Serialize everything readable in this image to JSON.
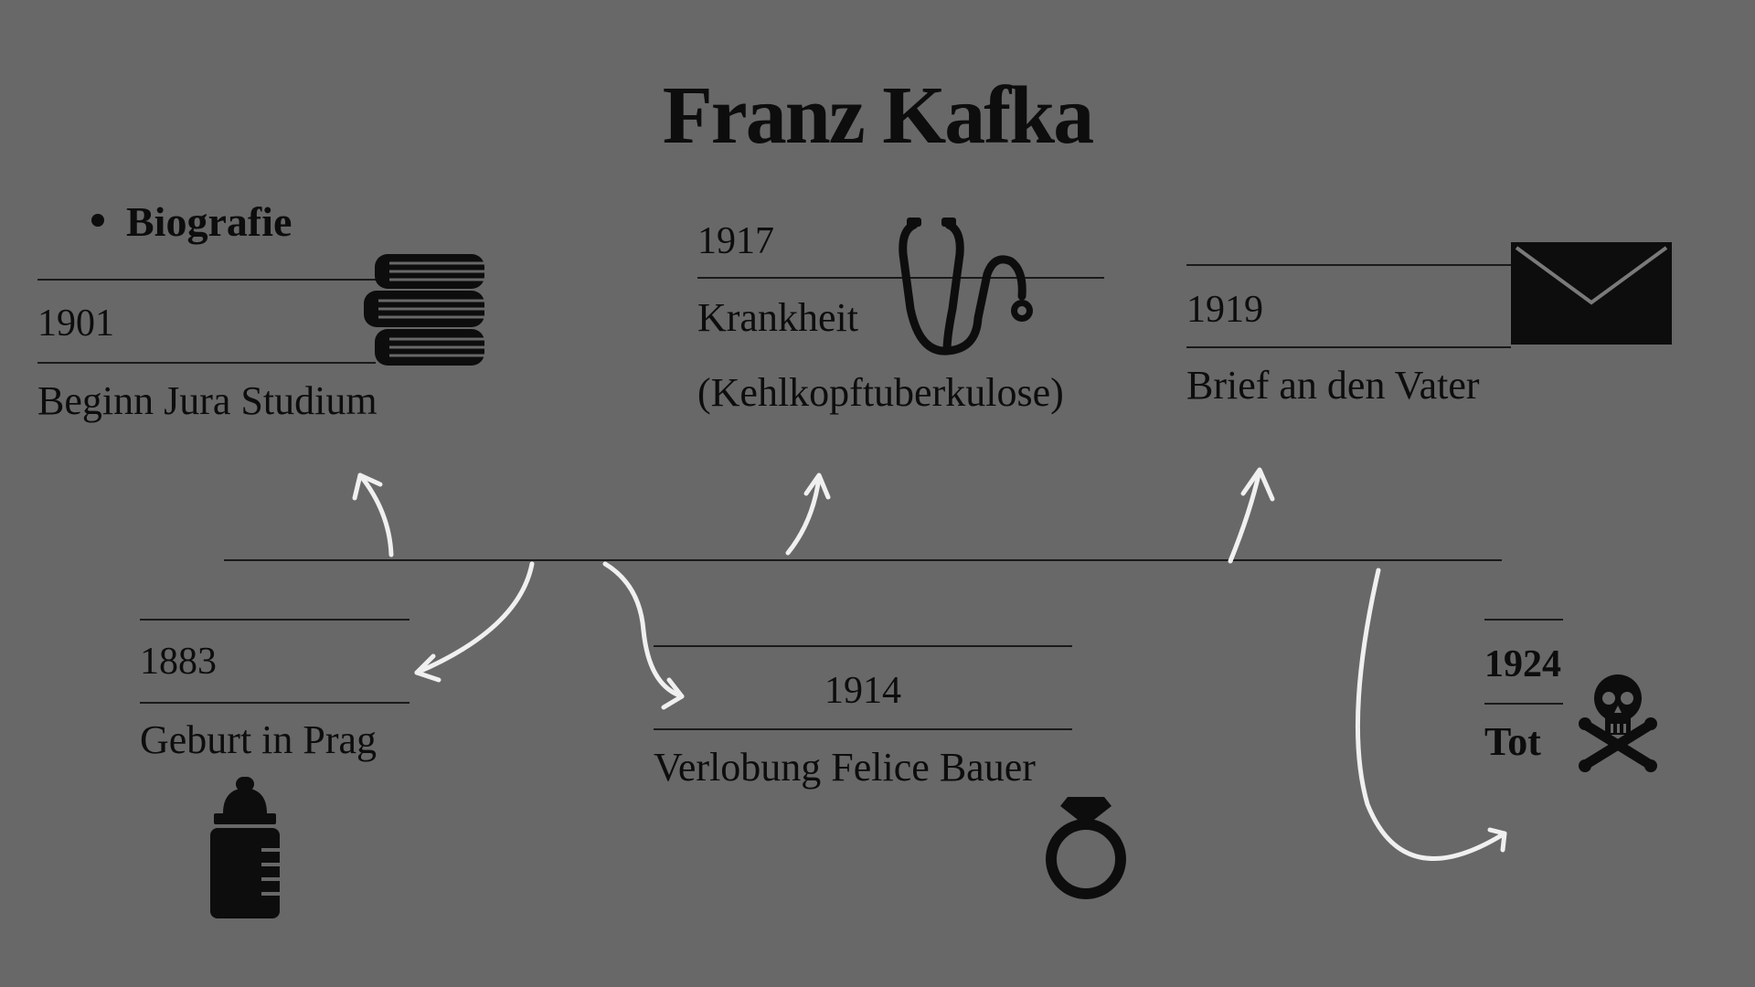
{
  "title": "Franz Kafka",
  "section": "Biografie",
  "events": {
    "e1901": {
      "year": "1901",
      "text": "Beginn Jura Studium",
      "icon": "books-icon"
    },
    "e1917": {
      "year": "1917",
      "text_line1": "Krankheit",
      "text_line2": "(Kehlkopftuberkulose)",
      "icon": "stethoscope-icon"
    },
    "e1919": {
      "year": "1919",
      "text": "Brief an den Vater",
      "icon": "envelope-icon"
    },
    "e1883": {
      "year": "1883",
      "text": "Geburt in Prag",
      "icon": "baby-bottle-icon"
    },
    "e1914": {
      "year": "1914",
      "text": "Verlobung Felice Bauer",
      "icon": "ring-icon"
    },
    "e1924": {
      "year": "1924",
      "text": "Tot",
      "icon": "skull-crossbones-icon"
    }
  },
  "colors": {
    "background": "#686868",
    "ink": "#0d0d0d",
    "chalk": "#f2f2f2"
  }
}
